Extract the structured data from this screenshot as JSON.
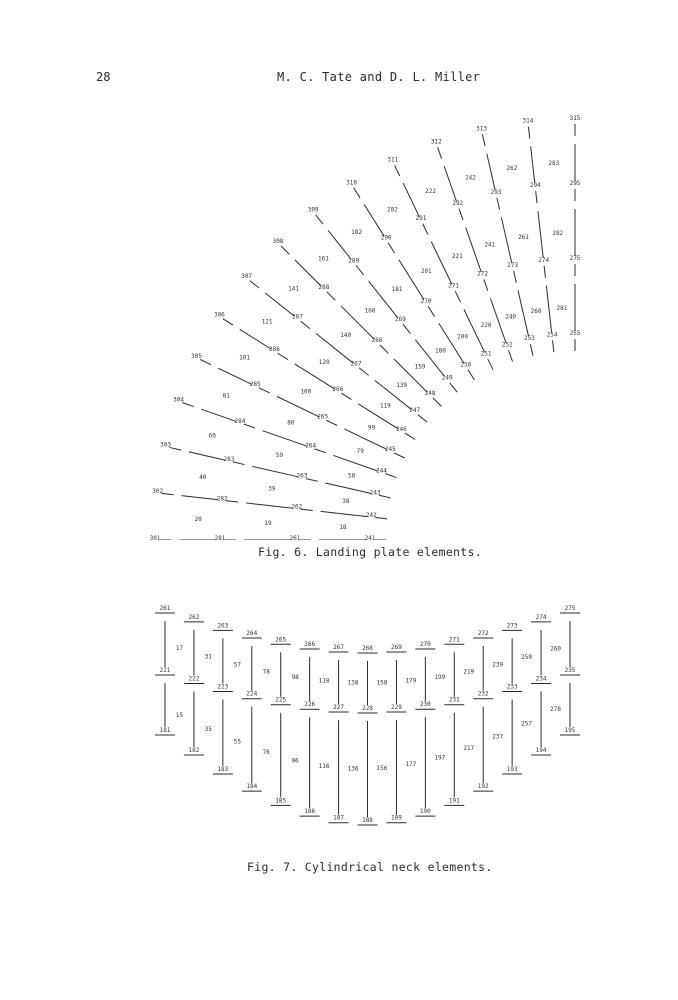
{
  "header": {
    "page_number": "28",
    "authors": "M. C. Tate and D. L. Miller"
  },
  "figures": [
    {
      "id": "fig6",
      "caption": "Fig. 6.  Landing plate elements.",
      "node_labels": [
        "315",
        "295",
        "275",
        "255",
        "314",
        "294",
        "274",
        "254",
        "313",
        "293",
        "273",
        "253",
        "312",
        "292",
        "272",
        "252",
        "311",
        "291",
        "271",
        "251",
        "310",
        "290",
        "270",
        "250",
        "309",
        "289",
        "269",
        "249",
        "308",
        "288",
        "268",
        "248",
        "307",
        "287",
        "267",
        "247",
        "306",
        "286",
        "266",
        "246",
        "305",
        "285",
        "265",
        "245",
        "304",
        "284",
        "264",
        "244",
        "303",
        "283",
        "263",
        "243",
        "302",
        "282",
        "262",
        "242",
        "301",
        "281",
        "261",
        "241"
      ],
      "element_labels": [
        "283",
        "282",
        "281",
        "262",
        "261",
        "260",
        "242",
        "241",
        "240",
        "222",
        "221",
        "220",
        "202",
        "201",
        "200",
        "182",
        "181",
        "180",
        "161",
        "160",
        "159",
        "141",
        "140",
        "139",
        "121",
        "120",
        "119",
        "101",
        "100",
        "99",
        "81",
        "80",
        "79",
        "60",
        "59",
        "58",
        "40",
        "39",
        "38",
        "20",
        "19",
        "18"
      ]
    },
    {
      "id": "fig7",
      "caption": "Fig. 7.  Cylindrical neck elements.",
      "node_labels": [
        "261",
        "262",
        "263",
        "264",
        "265",
        "266",
        "267",
        "268",
        "269",
        "270",
        "271",
        "272",
        "273",
        "274",
        "275",
        "221",
        "222",
        "223",
        "224",
        "225",
        "226",
        "227",
        "228",
        "229",
        "230",
        "231",
        "232",
        "233",
        "234",
        "235",
        "181",
        "182",
        "183",
        "184",
        "185",
        "186",
        "187",
        "188",
        "189",
        "190",
        "191",
        "192",
        "193",
        "194",
        "195"
      ],
      "element_labels": [
        "17",
        "31",
        "57",
        "78",
        "98",
        "118",
        "138",
        "158",
        "179",
        "199",
        "219",
        "239",
        "259",
        "260",
        "15",
        "35",
        "55",
        "76",
        "96",
        "116",
        "136",
        "156",
        "177",
        "197",
        "217",
        "237",
        "257",
        "278"
      ]
    }
  ]
}
